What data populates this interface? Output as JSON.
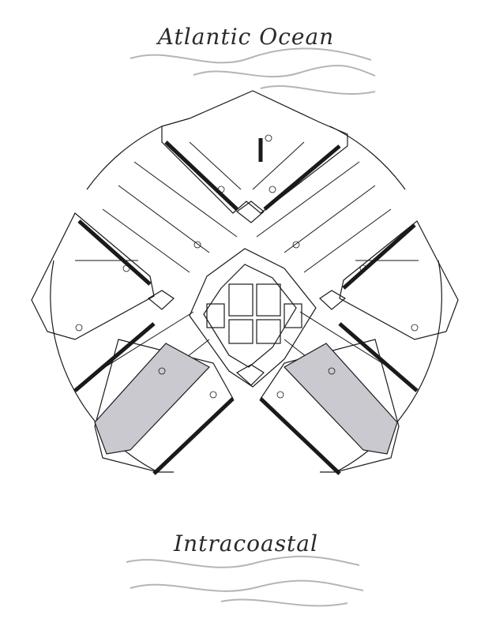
{
  "labels": {
    "top": "Atlantic Ocean",
    "bottom": "Intracoastal"
  },
  "colors": {
    "ink": "#1a1a1a",
    "wave": "#b5b5b5",
    "unit_highlight": "#c9c9cf",
    "background": "#ffffff"
  },
  "highlighted_units": 2
}
